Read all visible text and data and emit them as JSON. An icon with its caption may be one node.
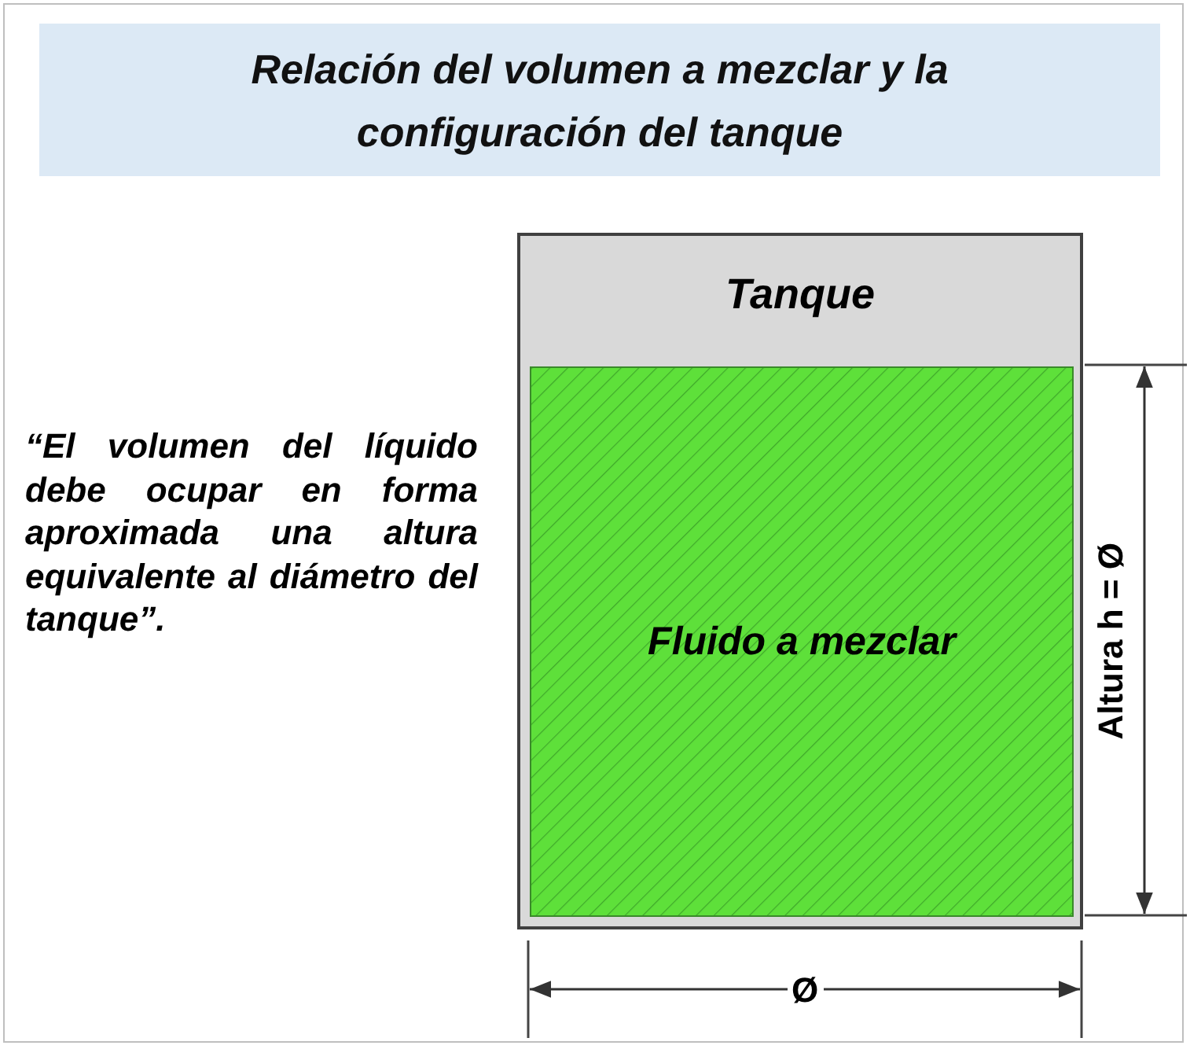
{
  "diagram": {
    "title": "Relación del volumen a mezclar y la configuración del tanque",
    "nodes": [
      {
        "text": [
          "Tanque"
        ]
      },
      {
        "text": [
          "Fluido a mezclar"
        ],
        "in": 0
      }
    ],
    "labels": [
      "“El volumen del líquido debe ocupar en forma aproximada una altura equivalente al diámetro del tanque”.",
      "Altura h = Ø",
      "Ø"
    ]
  }
}
